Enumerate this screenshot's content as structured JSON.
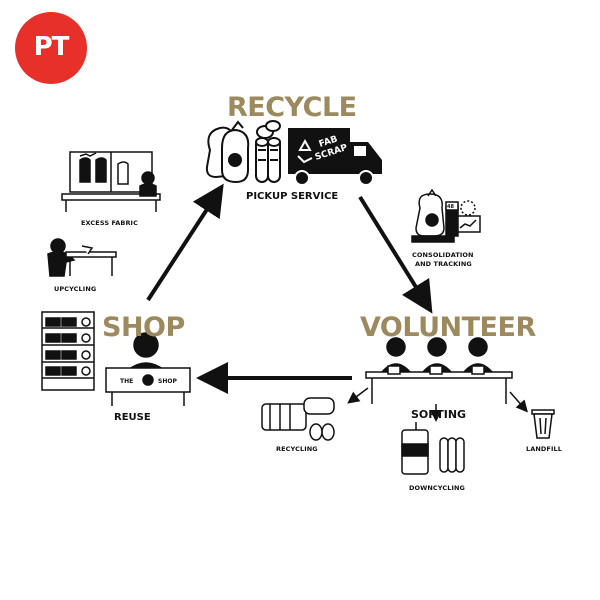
{
  "brand": {
    "logo_text": "PT",
    "logo_color": "#e8302a"
  },
  "accent_color": "#9c8a5e",
  "stages": {
    "recycle": "RECYCLE",
    "shop": "SHOP",
    "volunteer": "VOLUNTEER"
  },
  "labels": {
    "pickup_service": "PICKUP SERVICE",
    "excess_fabric": "EXCESS FABRIC",
    "upcycling": "UPCYCLING",
    "consolidation": "CONSOLIDATION",
    "and_tracking": "AND TRACKING",
    "reuse": "REUSE",
    "recycling": "RECYCLING",
    "sorting": "SORTING",
    "downcycling": "DOWNCYCLING",
    "landfill": "LANDFILL"
  },
  "truck_text": {
    "line1": "FAB",
    "line2": "SCRAP"
  },
  "shop_sign": {
    "left": "THE",
    "right": "SHOP"
  },
  "scale_readout": "48",
  "icons": [
    "pt-logo-icon",
    "bags-icon",
    "fabric-rolls-icon",
    "truck-icon",
    "recycle-icon",
    "scale-icon",
    "worker-icon",
    "mannequin-icon",
    "shelf-icon",
    "bin-icon"
  ]
}
